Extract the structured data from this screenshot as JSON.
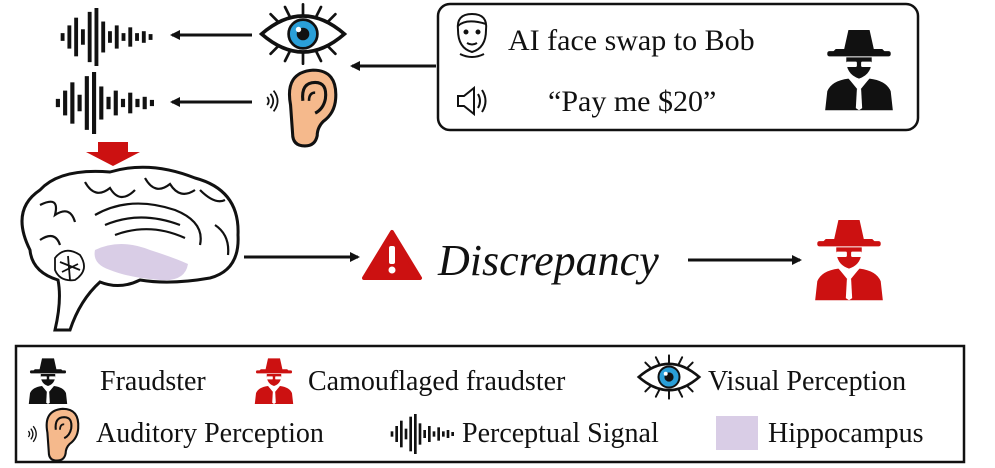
{
  "scenario": {
    "face_swap_text": "AI face swap to Bob",
    "voice_text": "“Pay me $20”"
  },
  "result": {
    "discrepancy_label": "Discrepancy"
  },
  "legend": {
    "fraudster": "Fraudster",
    "camouflaged_fraudster": "Camouflaged fraudster",
    "visual_perception": "Visual Perception",
    "auditory_perception": "Auditory Perception",
    "perceptual_signal": "Perceptual Signal",
    "hippocampus": "Hippocampus"
  },
  "colors": {
    "fraudster": "#111111",
    "camouflaged": "#cc1111",
    "eye_iris": "#2a9fd8",
    "ear_skin": "#f5b98c",
    "hippocampus": "#d9cde6",
    "warning": "#cc1111",
    "down_arrow": "#cc1111"
  },
  "icons": {
    "fraudster": "fraudster-icon",
    "camouflaged": "camouflaged-fraudster-icon",
    "eye": "eye-icon",
    "ear": "ear-icon",
    "signal": "waveform-icon",
    "brain": "brain-icon",
    "warning": "warning-icon",
    "face": "face-icon",
    "speaker": "speaker-icon"
  }
}
